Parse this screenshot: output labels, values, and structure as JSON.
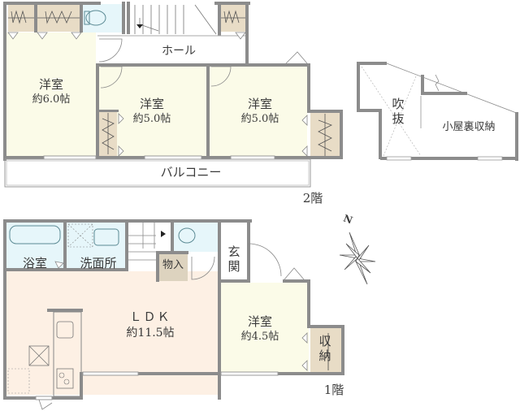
{
  "floors": {
    "second": {
      "label": "2階",
      "rooms": [
        {
          "name": "洋室",
          "area": "約6.0帖"
        },
        {
          "name": "洋室",
          "area": "約5.0帖"
        },
        {
          "name": "洋室",
          "area": "約5.0帖"
        }
      ],
      "hall": "ホール",
      "balcony": "バルコニー",
      "void": "吹\n抜",
      "void_top": "吹",
      "void_bottom": "抜",
      "attic": "小屋裏収納"
    },
    "first": {
      "label": "1階",
      "bath": "浴室",
      "washroom": "洗面所",
      "storage_small": "物入",
      "entrance_top": "玄",
      "entrance_bottom": "関",
      "ldk": {
        "name": "ＬＤＫ",
        "area": "約11.5帖"
      },
      "room": {
        "name": "洋室",
        "area": "約4.5帖"
      },
      "closet_top": "収",
      "closet_bottom": "納"
    }
  },
  "compass": {
    "north_label": "N"
  },
  "colors": {
    "wall": "#8c8c8c",
    "room_fill": "#fbfbe8",
    "ldk_fill": "#fdf0e4",
    "wet_fill": "#e6f6fa",
    "closet_fill": "#e8dcc6",
    "storage_fill": "#ddd3bf"
  }
}
